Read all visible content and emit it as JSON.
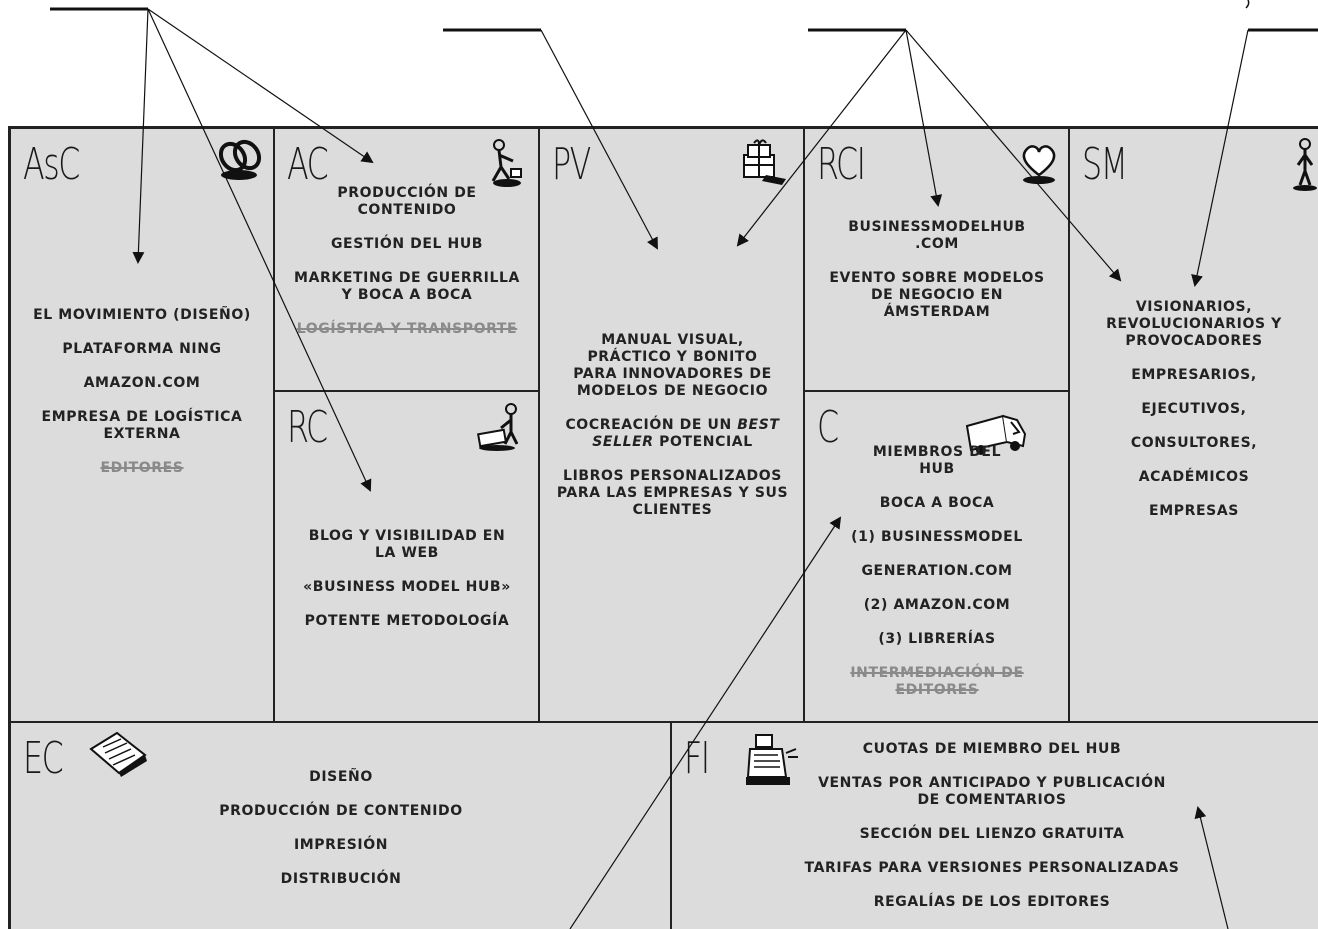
{
  "canvas": {
    "blocks": {
      "asc": {
        "code": "AsC",
        "items": [
          {
            "text": "EL MOVIMIENTO (DISEÑO)"
          },
          {
            "text": "PLATAFORMA NING"
          },
          {
            "text": "AMAZON.COM"
          },
          {
            "text": "EMPRESA DE LOGÍSTICA\nEXTERNA"
          },
          {
            "text": "EDITORES",
            "struck": true
          }
        ]
      },
      "ac": {
        "code": "AC",
        "items": [
          {
            "text": "PRODUCCIÓN DE\nCONTENIDO"
          },
          {
            "text": "GESTIÓN DEL HUB"
          },
          {
            "text": "MARKETING DE GUERRILLA\nY BOCA A BOCA"
          },
          {
            "text": "LOGÍSTICA Y TRANSPORTE",
            "struck": true
          }
        ]
      },
      "rc": {
        "code": "RC",
        "items": [
          {
            "text": "BLOG Y VISIBILIDAD EN\nLA WEB"
          },
          {
            "text": "«BUSINESS MODEL HUB»"
          },
          {
            "text": "POTENTE METODOLOGÍA"
          }
        ]
      },
      "pv": {
        "code": "PV",
        "items": [
          {
            "text": "MANUAL VISUAL,\nPRÁCTICO Y BONITO\nPARA INNOVADORES DE\nMODELOS DE NEGOCIO"
          },
          {
            "prefix": "COCREACIÓN DE UN ",
            "emph": "BEST\nSELLER",
            "suffix": " POTENCIAL"
          },
          {
            "text": "LIBROS PERSONALIZADOS\nPARA LAS EMPRESAS Y SUS\nCLIENTES"
          }
        ]
      },
      "rci": {
        "code": "RCI",
        "items": [
          {
            "text": "BUSINESSMODELHUB\n.COM"
          },
          {
            "text": "EVENTO SOBRE MODELOS\nDE NEGOCIO EN\nÁMSTERDAM"
          }
        ]
      },
      "c": {
        "code": "C",
        "items": [
          {
            "text": "MIEMBROS DEL\nHUB"
          },
          {
            "text": "BOCA A BOCA"
          },
          {
            "text": "(1) BUSINESSMODEL"
          },
          {
            "text": "GENERATION.COM"
          },
          {
            "text": "(2) AMAZON.COM"
          },
          {
            "text": "(3) LIBRERÍAS"
          },
          {
            "text": "INTERMEDIACIÓN DE\nEDITORES",
            "struck": true
          }
        ]
      },
      "sm": {
        "code": "SM",
        "items": [
          {
            "text": "VISIONARIOS,\nREVOLUCIONARIOS Y\nPROVOCADORES"
          },
          {
            "text": "EMPRESARIOS,"
          },
          {
            "text": "EJECUTIVOS,"
          },
          {
            "text": "CONSULTORES,"
          },
          {
            "text": "ACADÉMICOS"
          },
          {
            "text": "EMPRESAS"
          }
        ]
      },
      "ec": {
        "code": "EC",
        "items": [
          {
            "text": "DISEÑO"
          },
          {
            "text": "PRODUCCIÓN DE CONTENIDO"
          },
          {
            "text": "IMPRESIÓN"
          },
          {
            "text": "DISTRIBUCIÓN"
          }
        ]
      },
      "fi": {
        "code": "FI",
        "items": [
          {
            "text": "CUOTAS DE MIEMBRO DEL HUB"
          },
          {
            "text": "VENTAS POR ANTICIPADO Y PUBLICACIÓN\nDE COMENTARIOS"
          },
          {
            "text": "SECCIÓN DEL LIENZO GRATUITA"
          },
          {
            "text": "TARIFAS PARA VERSIONES PERSONALIZADAS"
          },
          {
            "text": "REGALÍAS DE LOS EDITORES"
          }
        ]
      }
    }
  },
  "icons": {
    "asc": "chain-links-icon",
    "ac": "worker-icon",
    "rc": "worker-with-materials-icon",
    "pv": "gift-icon",
    "rci": "heart-icon",
    "c": "delivery-truck-icon",
    "sm": "person-icon",
    "ec": "price-tag-icon",
    "fi": "cash-register-icon"
  },
  "colors": {
    "block": "#dcdcdc",
    "ink": "#222222",
    "struck": "#8a8a8a"
  }
}
